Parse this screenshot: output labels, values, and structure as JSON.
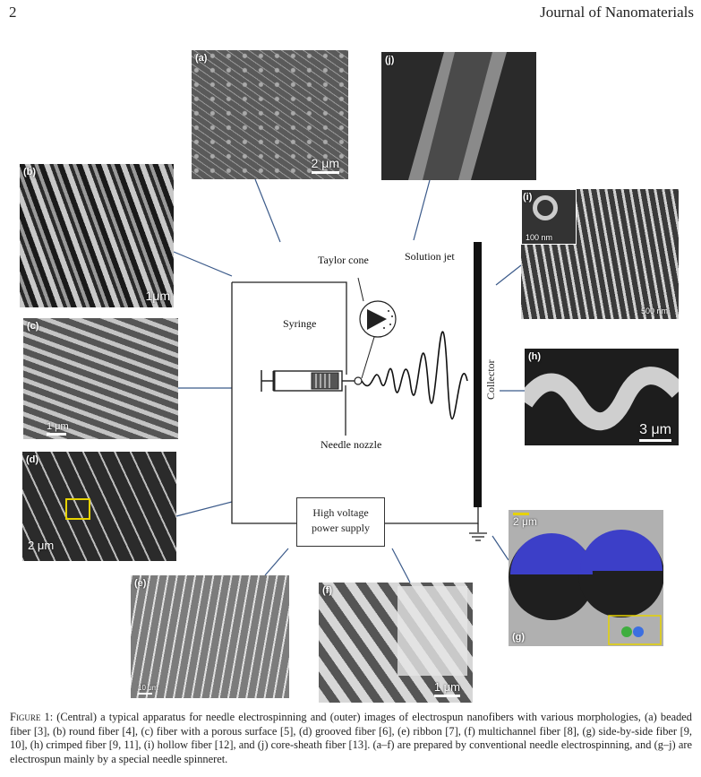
{
  "header": {
    "page_number": "2",
    "journal_name": "Journal of Nanomaterials"
  },
  "figure": {
    "apparatus_labels": {
      "taylor_cone": "Taylor cone",
      "solution_jet": "Solution jet",
      "syringe": "Syringe",
      "needle_nozzle": "Needle nozzle",
      "collector": "Collector",
      "power_supply_line1": "High voltage",
      "power_supply_line2": "power supply"
    },
    "panels": [
      {
        "id": "a",
        "label": "(a)",
        "scale": "2 μm"
      },
      {
        "id": "b",
        "label": "(b)",
        "scale": "1μm"
      },
      {
        "id": "c",
        "label": "(c)",
        "scale": "1 μm"
      },
      {
        "id": "d",
        "label": "(d)",
        "scale": "2 μm"
      },
      {
        "id": "e",
        "label": "(e)",
        "scale": "10 μm"
      },
      {
        "id": "f",
        "label": "(f)",
        "scale": "1 μm"
      },
      {
        "id": "g",
        "label": "(g)",
        "scale": "2 μm"
      },
      {
        "id": "h",
        "label": "(h)",
        "scale": "3 μm"
      },
      {
        "id": "i",
        "label": "(i)",
        "scale": "500 nm",
        "inset_scale": "100 nm"
      },
      {
        "id": "j",
        "label": "(j)",
        "scale": ""
      }
    ]
  },
  "caption": {
    "figure_label": "Figure 1:",
    "text": "(Central) a typical apparatus for needle electrospinning and (outer) images of electrospun nanofibers with various morphologies, (a) beaded fiber [3], (b) round fiber [4], (c) fiber with a porous surface [5], (d) grooved fiber [6], (e) ribbon [7], (f) multichannel fiber [8], (g) side-by-side fiber [9, 10], (h) crimped fiber [9, 11], (i) hollow fiber [12], and (j) core-sheath fiber [13]. (a–f) are prepared by conventional needle electrospinning, and (g–j) are electrospun mainly by a special needle spinneret."
  },
  "colors": {
    "connector_line": "#3b5a8a",
    "collector": "#111111",
    "side_by_side_blue": "#3c3fc8"
  }
}
